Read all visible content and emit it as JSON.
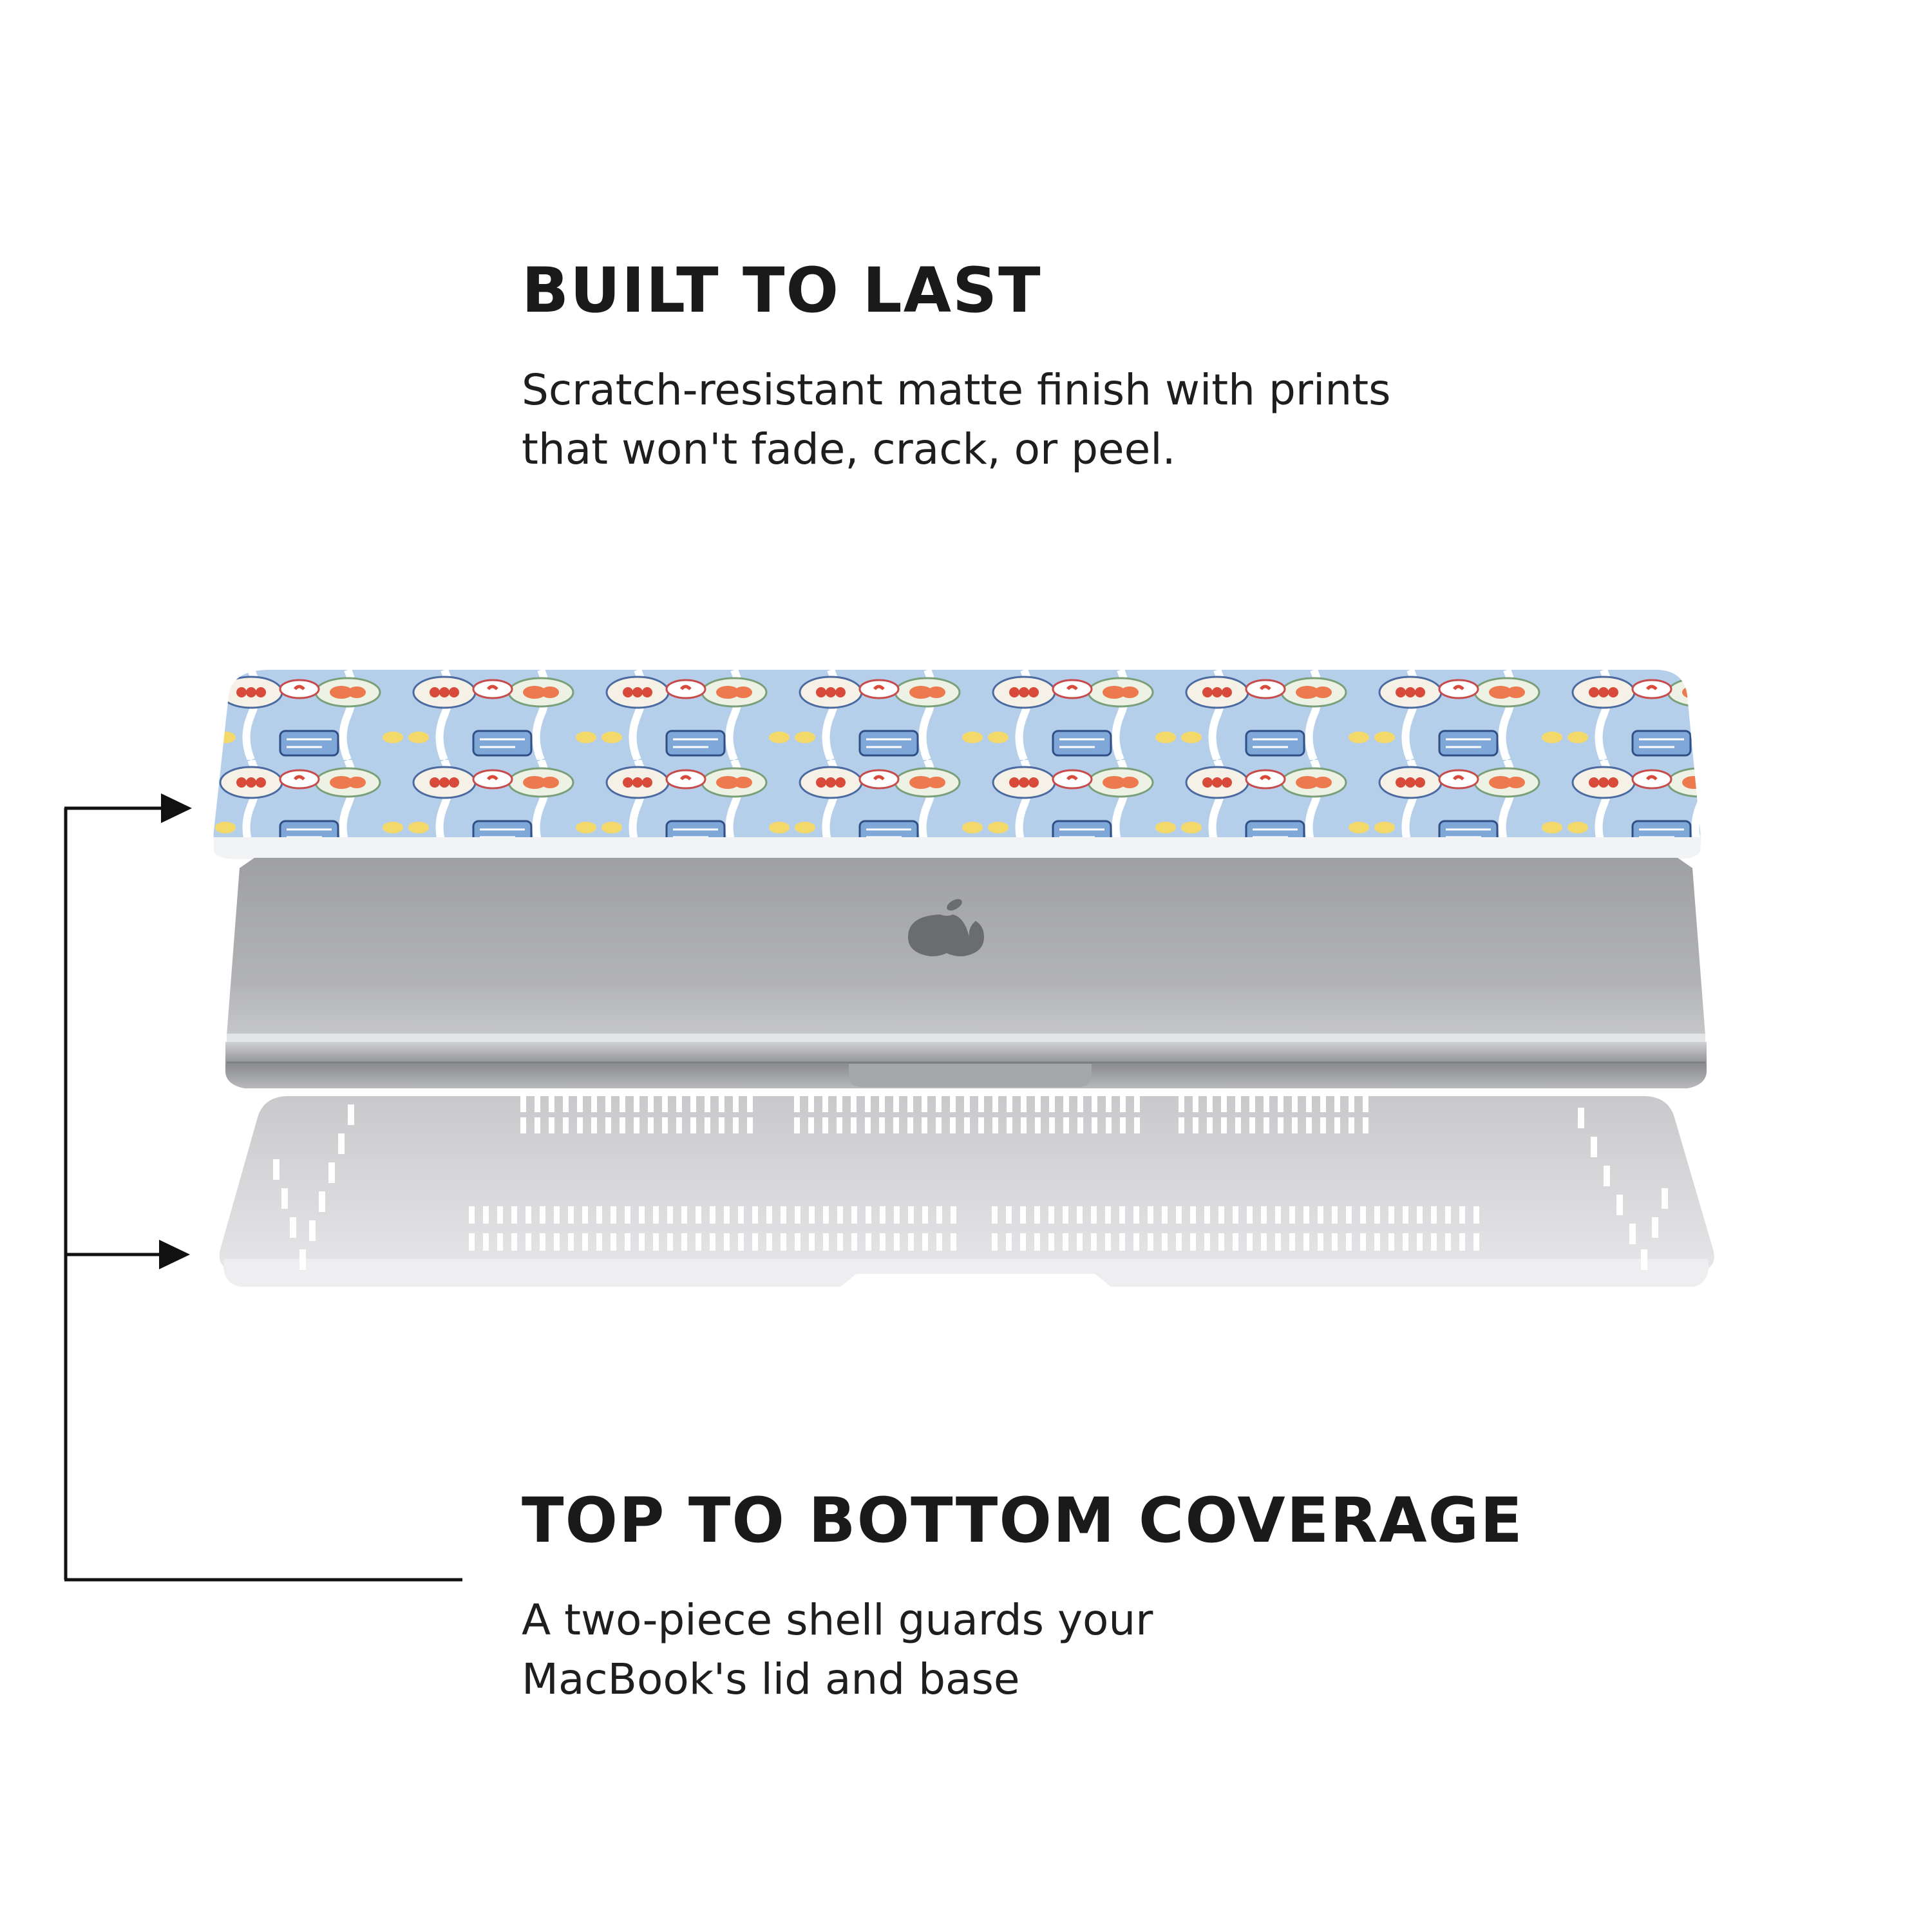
{
  "section_top": {
    "heading": "BUILT TO LAST",
    "lines": [
      "Scratch-resistant matte finish with prints",
      "that won't fade, crack, or peel."
    ]
  },
  "section_bottom": {
    "heading": "TOP TO BOTTOM COVERAGE",
    "lines": [
      "A two-piece shell guards your",
      "MacBook's lid and base"
    ]
  },
  "colors": {
    "text": "#1a1a1a",
    "pattern_background": "#b5cfeb",
    "laptop_gray": "#a9aaac",
    "bottom_shell": "#dcdcde",
    "accent_red": "#d84a3a",
    "accent_orange": "#ec7a4e",
    "accent_yellow": "#f3d86a"
  },
  "icons": [
    "arrow-right-icon",
    "apple-logo-icon"
  ]
}
